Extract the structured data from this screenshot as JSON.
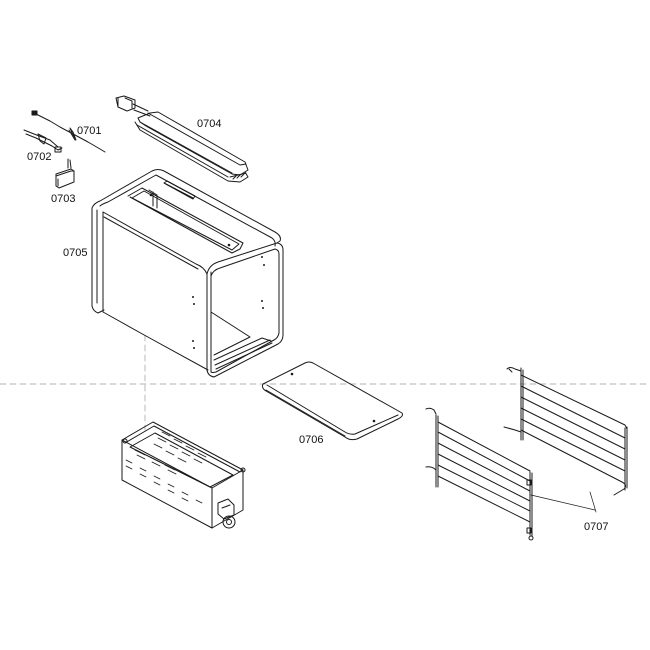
{
  "diagram": {
    "type": "exploded-parts-diagram",
    "subject": "toaster housing assembly",
    "colors": {
      "line": "#1a1a1a",
      "guide": "#9a9a9a",
      "background": "#ffffff"
    },
    "parts": [
      {
        "id": "0701",
        "label": "0701",
        "depicts": "wire lead / cable with grommet"
      },
      {
        "id": "0702",
        "label": "0702",
        "depicts": "cable connector / terminal clip"
      },
      {
        "id": "0703",
        "label": "0703",
        "depicts": "small connector block with wires"
      },
      {
        "id": "0704",
        "label": "0704",
        "depicts": "top control / lever housing"
      },
      {
        "id": "0705",
        "label": "0705",
        "depicts": "outer housing shell"
      },
      {
        "id": "0706",
        "label": "0706",
        "depicts": "crumb tray"
      },
      {
        "id": "0707",
        "label": "0707",
        "depicts": "wire toast guard racks (pair)"
      },
      {
        "id": "insert",
        "label": "",
        "depicts": "heating element chassis with knob"
      }
    ]
  }
}
